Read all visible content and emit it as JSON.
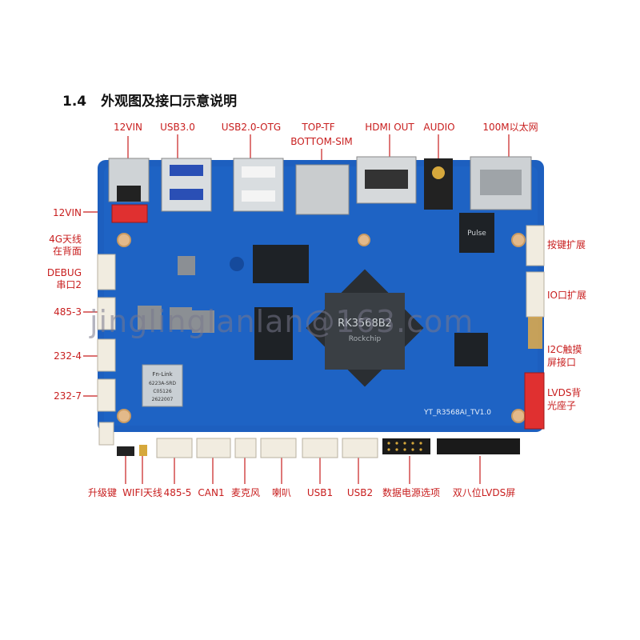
{
  "heading": {
    "number": "1.4",
    "text": "外观图及接口示意说明"
  },
  "labels": {
    "top": [
      "12VIN",
      "USB3.0",
      "USB2.0-OTG",
      "TOP-TF",
      "BOTTOM-SIM",
      "HDMI OUT",
      "AUDIO",
      "100M以太网"
    ],
    "left": [
      "12VIN",
      "4G天线",
      "在背面",
      "DEBUG",
      "串口2",
      "485-3",
      "232-4",
      "232-7"
    ],
    "right": [
      "按键扩展",
      "IO口扩展",
      "I2C触摸",
      "屏接口",
      "LVDS背",
      "光座子"
    ],
    "bottom": [
      "升级键",
      "WIFI天线",
      "485-5",
      "CAN1",
      "麦克风",
      "喇叭",
      "USB1",
      "USB2",
      "数据电源选项",
      "双八位LVDS屏"
    ]
  },
  "chips": {
    "soc": "RK3568B2",
    "soc_sub": "Rockchip",
    "wifi_brand": "Fn-Link",
    "wifi_model": "6223A-SRD",
    "wifi_code": "C05126",
    "wifi_date": "2622007",
    "pcb_text": "YT_R3568AI_TV1.0",
    "eth_brand": "Pulse"
  },
  "watermark": "jinglinglanlan@163.com",
  "colors": {
    "pcb": "#1d5fbf",
    "pcb_dark": "#154a9c",
    "label": "#c81e1e",
    "connector": "#f1ece0",
    "red_conn": "#e03030"
  }
}
